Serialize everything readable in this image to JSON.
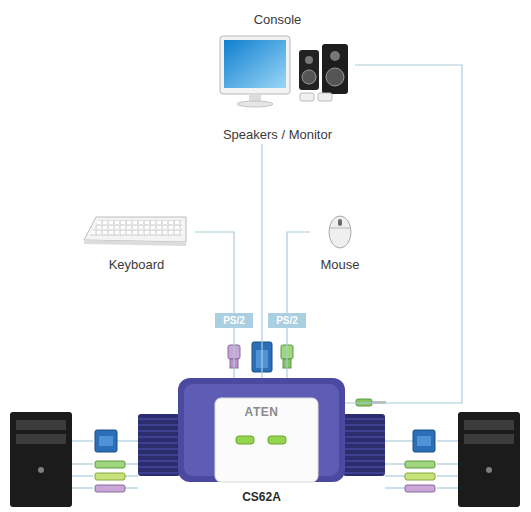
{
  "diagram": {
    "nodes": [
      {
        "text": [
          "Console",
          "Speakers / Monitor"
        ]
      },
      {
        "text": [
          "Keyboard"
        ]
      },
      {
        "text": [
          "Mouse"
        ]
      },
      {
        "text": [
          "PS/2"
        ]
      },
      {
        "text": [
          "PS/2"
        ]
      },
      {
        "text": [
          "ATEN",
          "CS62A"
        ]
      }
    ],
    "edges": [
      {
        "from": 1,
        "to": 3,
        "arrow": "none"
      },
      {
        "from": 2,
        "to": 4,
        "arrow": "none"
      },
      {
        "from": 0,
        "to": 5,
        "arrow": "none"
      },
      {
        "from": 0,
        "to": 5,
        "arrow": "none"
      },
      {
        "from": 3,
        "to": 5,
        "arrow": "none"
      },
      {
        "from": 4,
        "to": 5,
        "arrow": "none"
      }
    ]
  }
}
